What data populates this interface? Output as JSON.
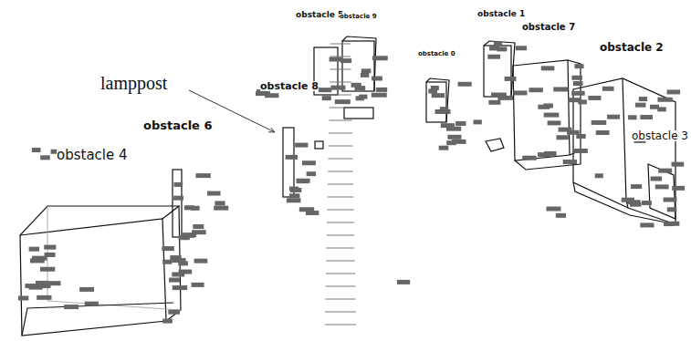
{
  "diagram": {
    "labels": [
      "obstacle 5",
      "obstacle 9",
      "obstacle 1",
      "obstacle 7",
      "obstacle 0",
      "obstacle 2",
      "lamppost",
      "obstacle 8",
      "obstacle 6",
      "obstacle 3",
      "obstacle 4"
    ]
  }
}
